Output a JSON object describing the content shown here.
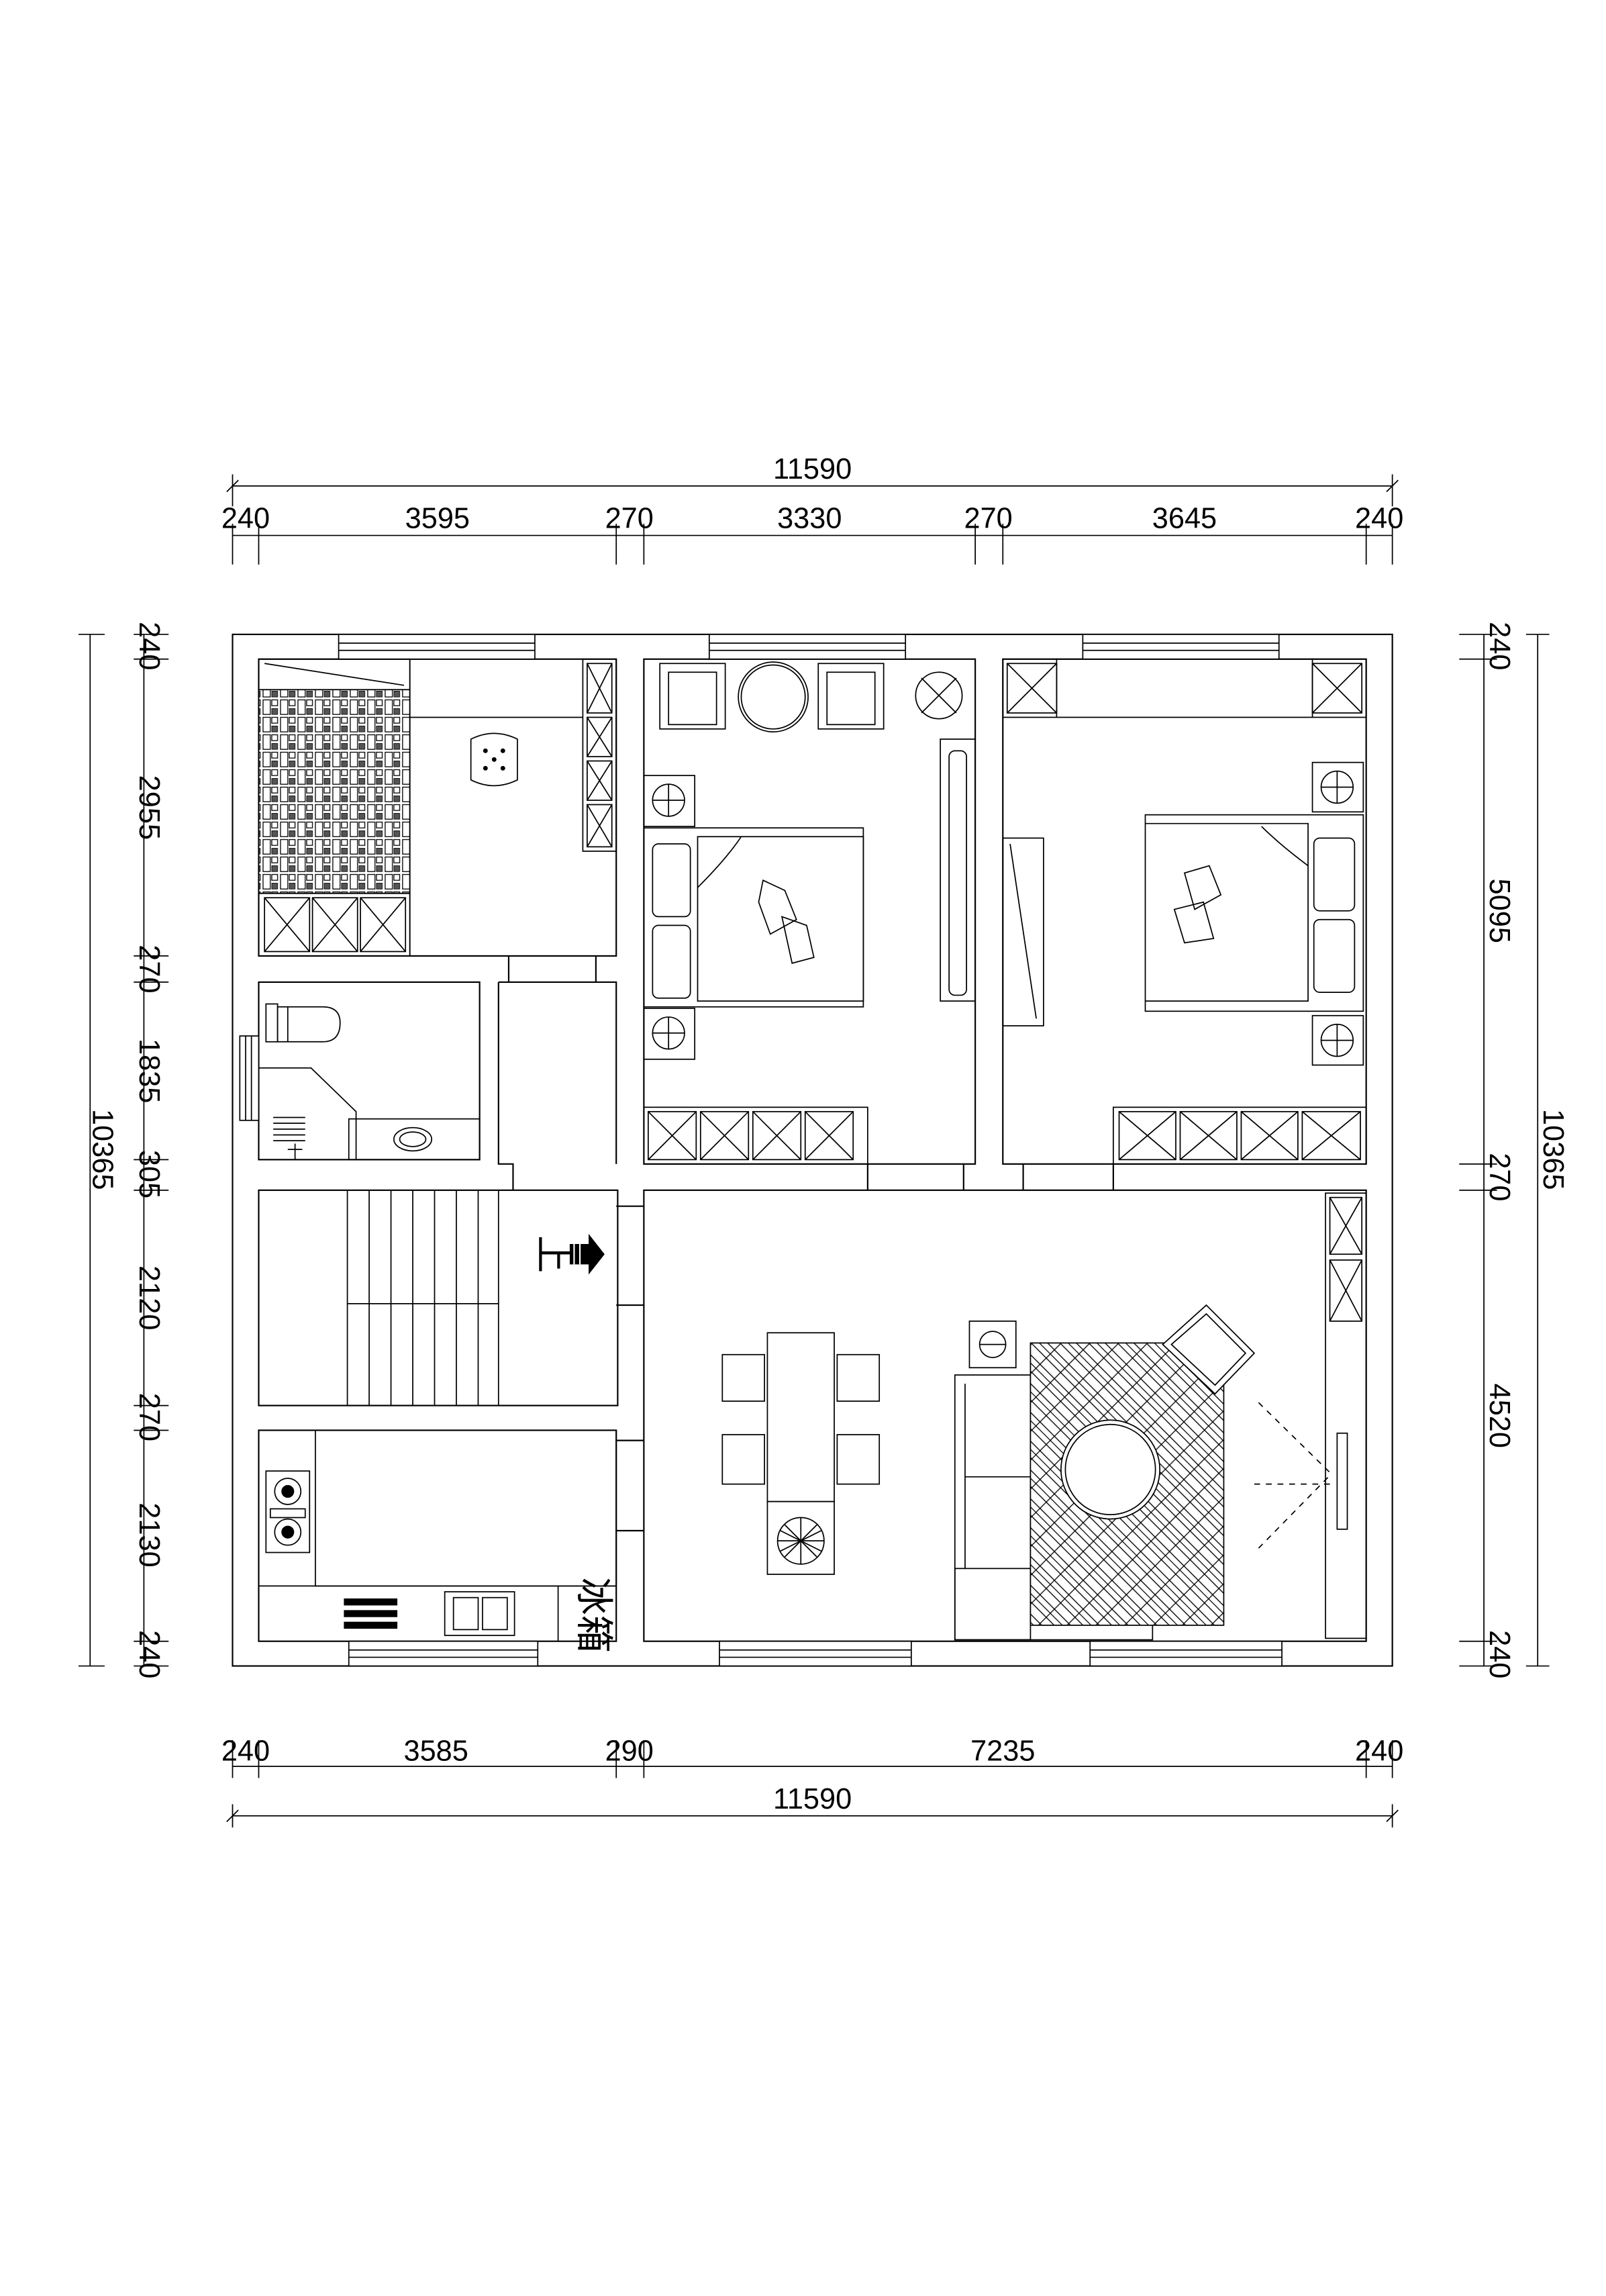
{
  "dimensions": {
    "top_total": "11590",
    "top_segments": [
      "240",
      "3595",
      "270",
      "3330",
      "270",
      "3645",
      "240"
    ],
    "bottom_segments": [
      "240",
      "3585",
      "290",
      "7235",
      "240"
    ],
    "bottom_total": "11590",
    "left_total": "10365",
    "left_segments": [
      "240",
      "2955",
      "270",
      "1835",
      "305",
      "2120",
      "270",
      "2130",
      "240"
    ],
    "right_total": "10365",
    "right_segments": [
      "240",
      "5095",
      "270",
      "4520",
      "240"
    ]
  },
  "labels": {
    "stair_direction": "上",
    "fridge": "冰箱"
  },
  "colors": {
    "line": "#000000",
    "background": "#ffffff"
  }
}
